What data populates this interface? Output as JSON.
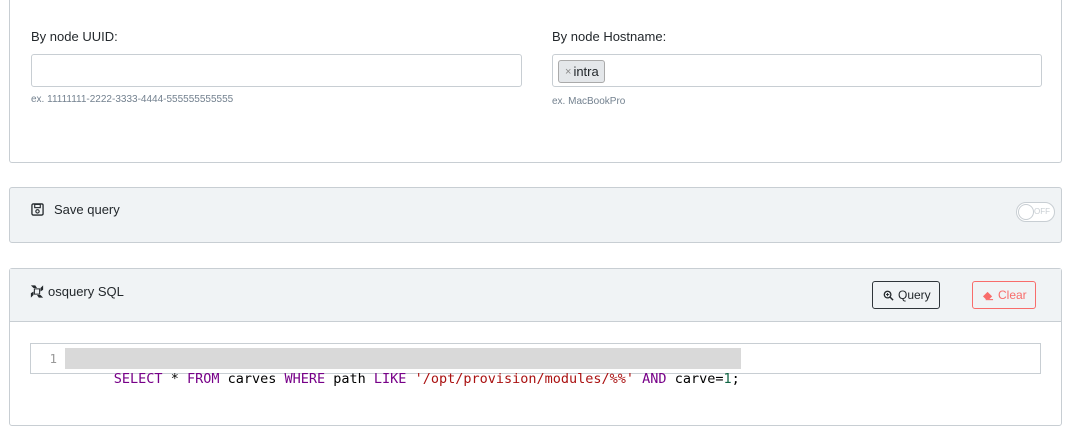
{
  "filters": {
    "uuid": {
      "label": "By node UUID:",
      "value": "",
      "hint": "ex. 11111111-2222-3333-4444-555555555555"
    },
    "hostname": {
      "label": "By node Hostname:",
      "tags": [
        {
          "label": "intra",
          "remove": "×"
        }
      ],
      "hint": "ex. MacBookPro"
    }
  },
  "save_query": {
    "label": "Save query",
    "icon": "floppy-disk-icon",
    "toggle": {
      "state": "OFF",
      "on": false
    }
  },
  "sql": {
    "title": "osquery SQL",
    "icon": "osquery-logo-icon",
    "query_button": "Query",
    "clear_button": "Clear",
    "editor": {
      "line_number": "1",
      "tokens": [
        {
          "type": "kw",
          "text": "SELECT"
        },
        {
          "type": "plain",
          "text": " * "
        },
        {
          "type": "kw",
          "text": "FROM"
        },
        {
          "type": "plain",
          "text": " carves "
        },
        {
          "type": "kw",
          "text": "WHERE"
        },
        {
          "type": "plain",
          "text": " path "
        },
        {
          "type": "kw",
          "text": "LIKE"
        },
        {
          "type": "plain",
          "text": " "
        },
        {
          "type": "str",
          "text": "'/opt/provision/modules/%%'"
        },
        {
          "type": "plain",
          "text": " "
        },
        {
          "type": "kw",
          "text": "AND"
        },
        {
          "type": "plain",
          "text": " carve="
        },
        {
          "type": "num",
          "text": "1"
        },
        {
          "type": "plain",
          "text": ";"
        }
      ]
    }
  },
  "colors": {
    "border": "#c8ced3",
    "header_bg": "#f0f3f5",
    "danger": "#f86c6b",
    "keyword": "#770088",
    "string": "#aa1111",
    "number": "#116644"
  }
}
